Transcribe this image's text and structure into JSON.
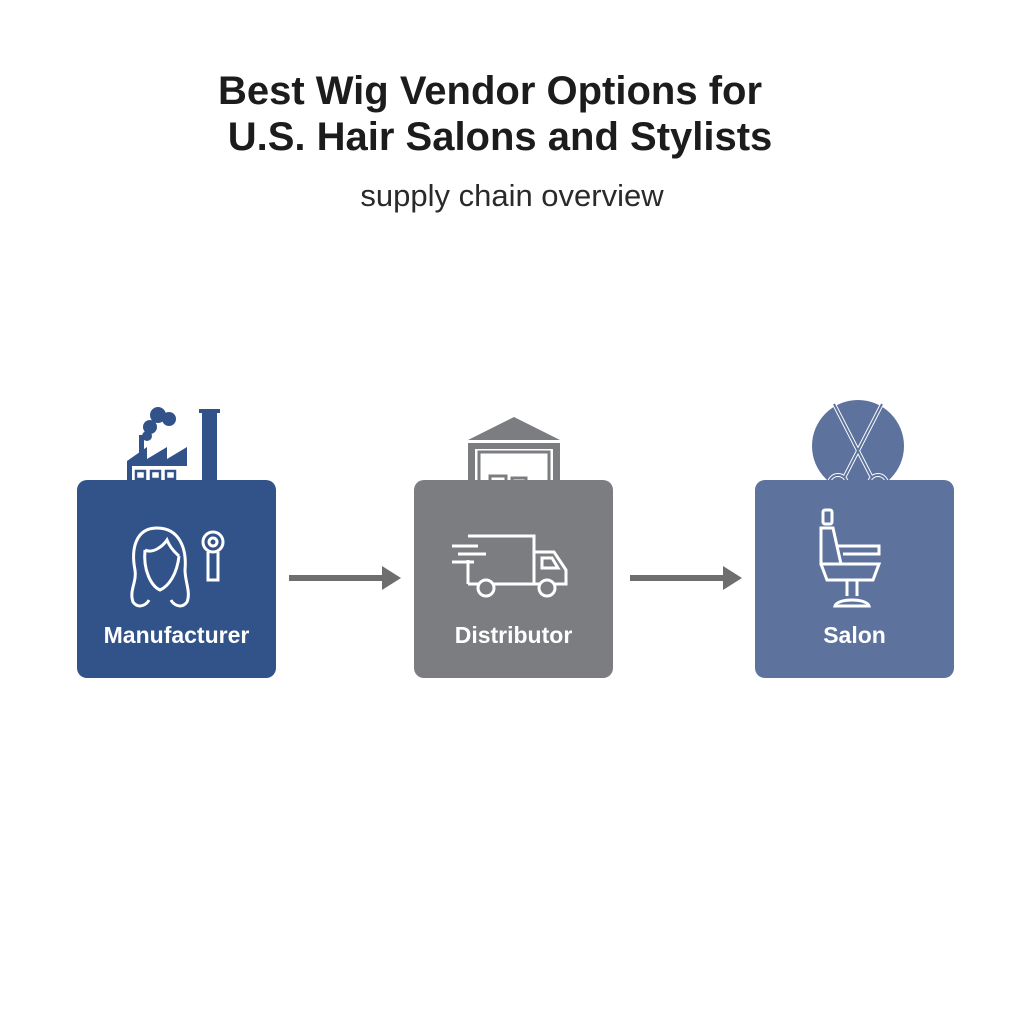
{
  "title": {
    "line1": "Best Wig Vendor Options for",
    "line2": "U.S. Hair Salons and Stylists"
  },
  "subtitle": "supply chain overview",
  "nodes": [
    {
      "label": "Manufacturer",
      "color": "#325389",
      "top_icon": "factory-icon",
      "inner_icon": "wig-head-icon"
    },
    {
      "label": "Distributor",
      "color": "#7b7d80",
      "top_icon": "warehouse-icon",
      "inner_icon": "delivery-truck-icon"
    },
    {
      "label": "Salon",
      "color": "#5e729e",
      "top_icon": "scissors-icon",
      "inner_icon": "salon-chair-icon"
    }
  ],
  "arrow_color": "#6e6e6e"
}
